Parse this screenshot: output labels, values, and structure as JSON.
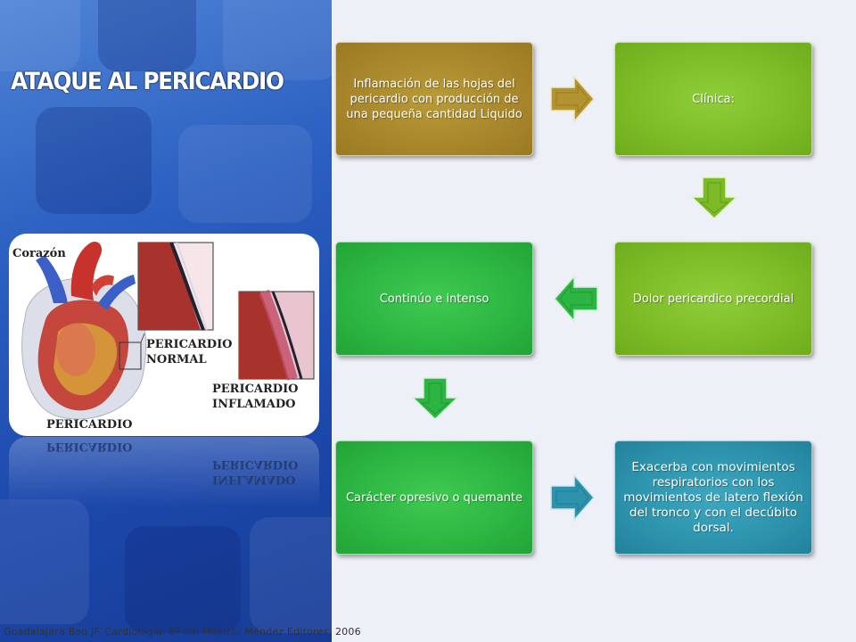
{
  "slide": {
    "title": "ATAQUE AL PERICARDIO",
    "citation": "Guadalajara Boo JF. Cardiología. 6ª ed. México: Méndez Editores; 2006"
  },
  "illustration": {
    "labels": {
      "heart": "Corazón",
      "normal_line1": "PERICARDIO",
      "normal_line2": "NORMAL",
      "inflamed_line1": "PERICARDIO",
      "inflamed_line2": "INFLAMADO",
      "pericardium": "PERICARDIO"
    }
  },
  "flow": {
    "box1": "Inflamación de las hojas del pericardio  con producción de una pequeña cantidad Liquido",
    "box2": "Clínica:",
    "box3": "Dolor pericardico precordial",
    "box4": "Continúo e intenso",
    "box5": "Carácter opresivo o quemante",
    "box6": "Exacerba con movimientos respiratorios con los movimientos de latero flexión del tronco y con el decúbito dorsal."
  },
  "colors": {
    "panel_blue": "#2b5fc1",
    "olive": "#a8862b",
    "lime_green": "#7cbb26",
    "green": "#2cb542",
    "teal": "#2d93ad"
  }
}
